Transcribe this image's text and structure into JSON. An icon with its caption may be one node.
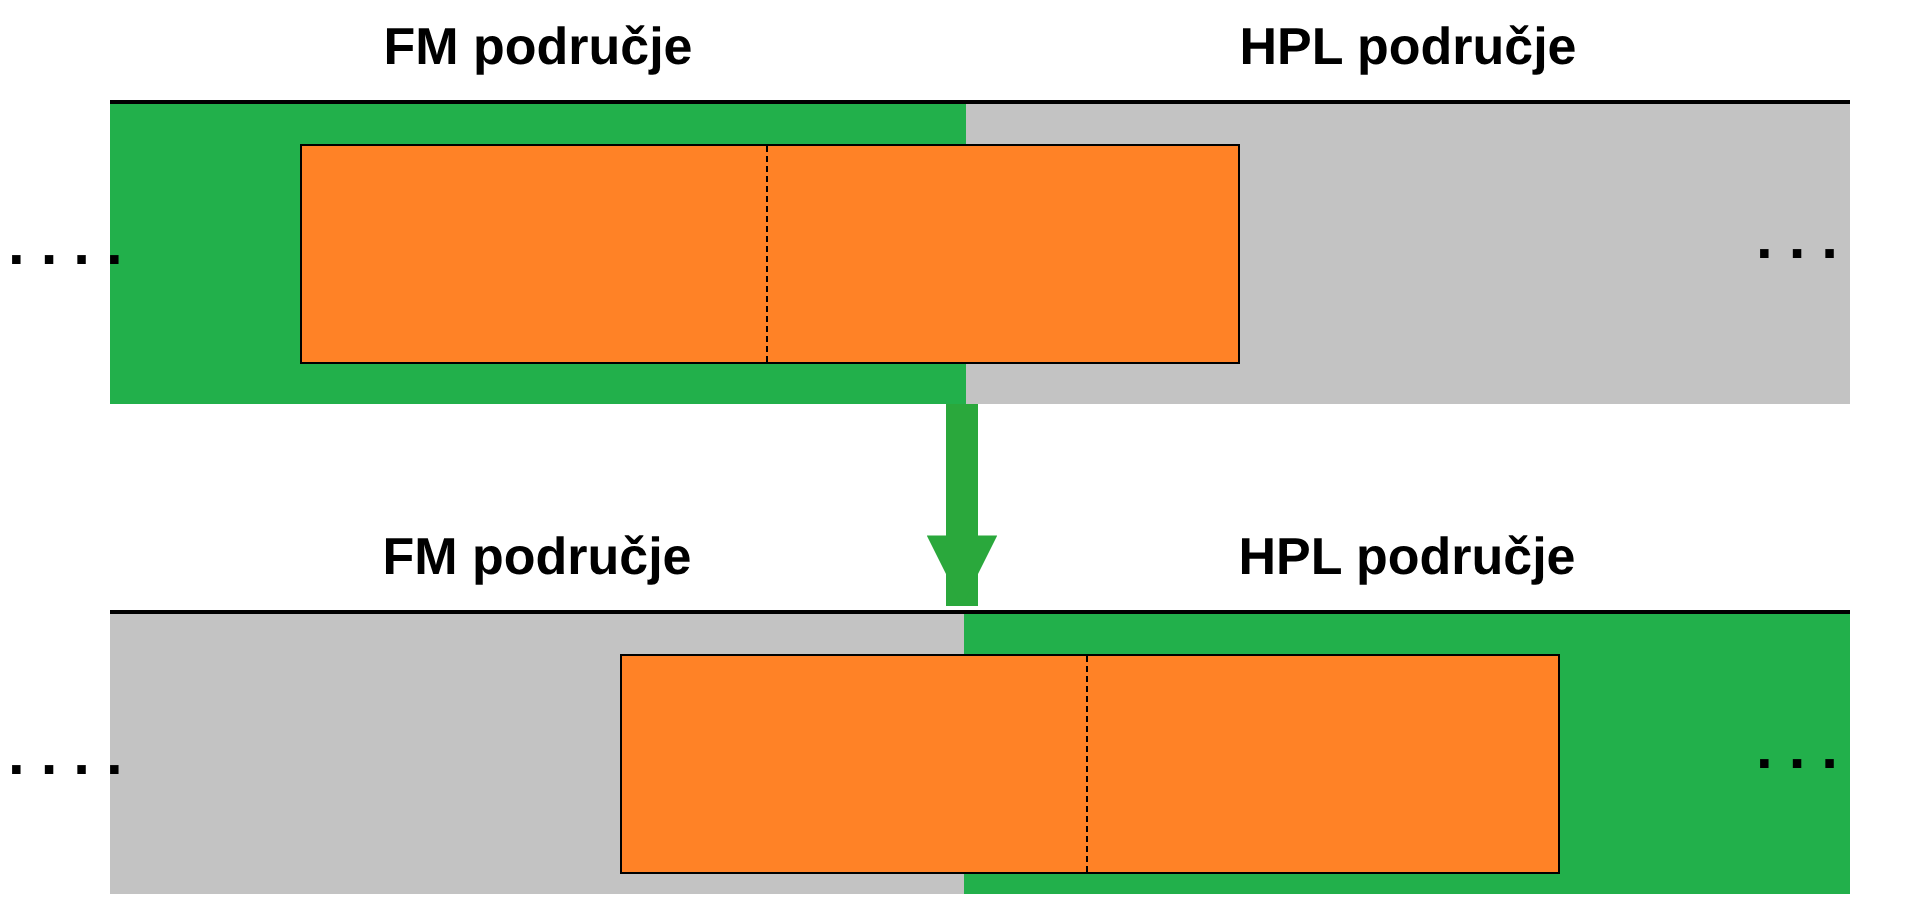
{
  "diagram": {
    "nodes": [
      {
        "text": [],
        "shape": "bar"
      },
      {
        "text": [
          "FM područje"
        ],
        "in": 0
      },
      {
        "text": [
          "HPL područje"
        ],
        "in": 0
      },
      {
        "text": [],
        "shape": "box",
        "in": 0
      },
      {
        "text": [],
        "shape": "bar"
      },
      {
        "text": [
          "FM područje"
        ],
        "in": 4
      },
      {
        "text": [
          "HPL područje"
        ],
        "in": 4
      },
      {
        "text": [],
        "shape": "box",
        "in": 4
      }
    ],
    "edges": [
      {
        "from": 0,
        "to": 4,
        "arrow": "to"
      }
    ],
    "labels": [
      "....",
      "...",
      "....",
      "..."
    ]
  }
}
